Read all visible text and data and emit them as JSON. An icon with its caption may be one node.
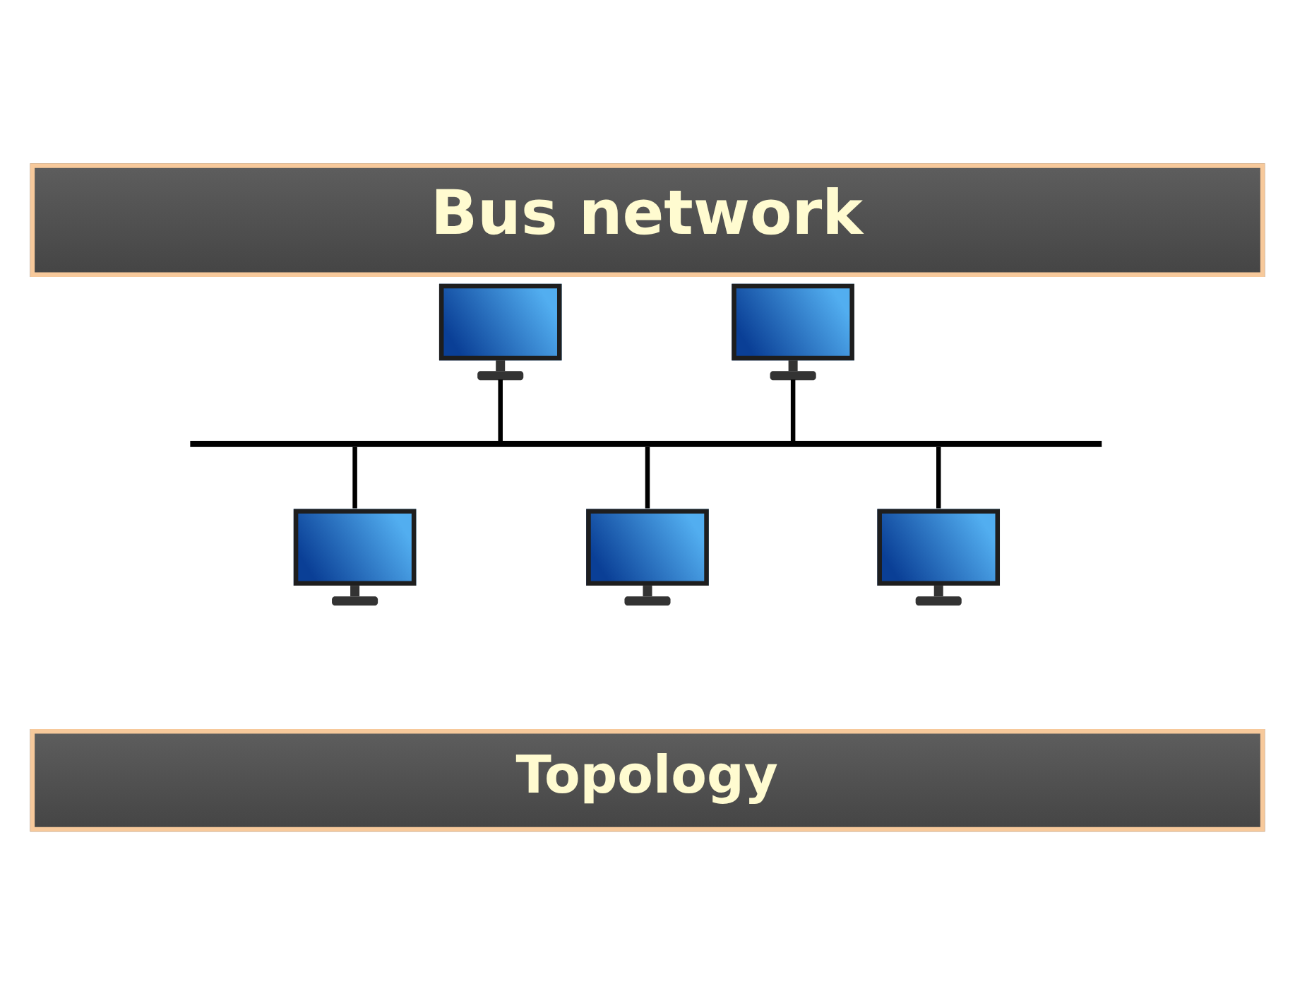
{
  "diagram": {
    "title": "Bus network",
    "caption": "Topology",
    "nodes": [
      {
        "text": [],
        "shape": "monitor"
      },
      {
        "text": [],
        "shape": "monitor"
      },
      {
        "text": [],
        "shape": "line"
      },
      {
        "text": [],
        "shape": "monitor"
      },
      {
        "text": [],
        "shape": "monitor"
      },
      {
        "text": [],
        "shape": "monitor"
      }
    ],
    "edges": [
      {
        "from": 0,
        "to": 2,
        "arrow": "none"
      },
      {
        "from": 1,
        "to": 2,
        "arrow": "none"
      },
      {
        "from": 2,
        "to": 3,
        "arrow": "none"
      },
      {
        "from": 2,
        "to": 4,
        "arrow": "none"
      },
      {
        "from": 2,
        "to": 5,
        "arrow": "none"
      }
    ]
  }
}
